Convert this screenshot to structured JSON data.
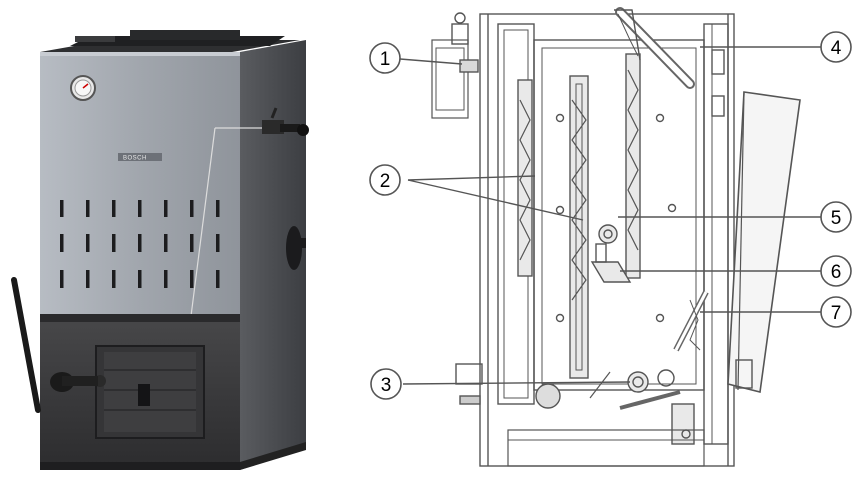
{
  "photo": {
    "brand_label": "BOSCH",
    "colors": {
      "front_panel": "#9ea3aa",
      "side_panel": "#4a4c50",
      "base": "#3a3a3c",
      "slots": "#1a1a1a"
    }
  },
  "diagram": {
    "callouts": [
      {
        "id": "1",
        "label": "1"
      },
      {
        "id": "2",
        "label": "2"
      },
      {
        "id": "3",
        "label": "3"
      },
      {
        "id": "4",
        "label": "4"
      },
      {
        "id": "5",
        "label": "5"
      },
      {
        "id": "6",
        "label": "6"
      },
      {
        "id": "7",
        "label": "7"
      }
    ],
    "line_color": "#555555"
  }
}
